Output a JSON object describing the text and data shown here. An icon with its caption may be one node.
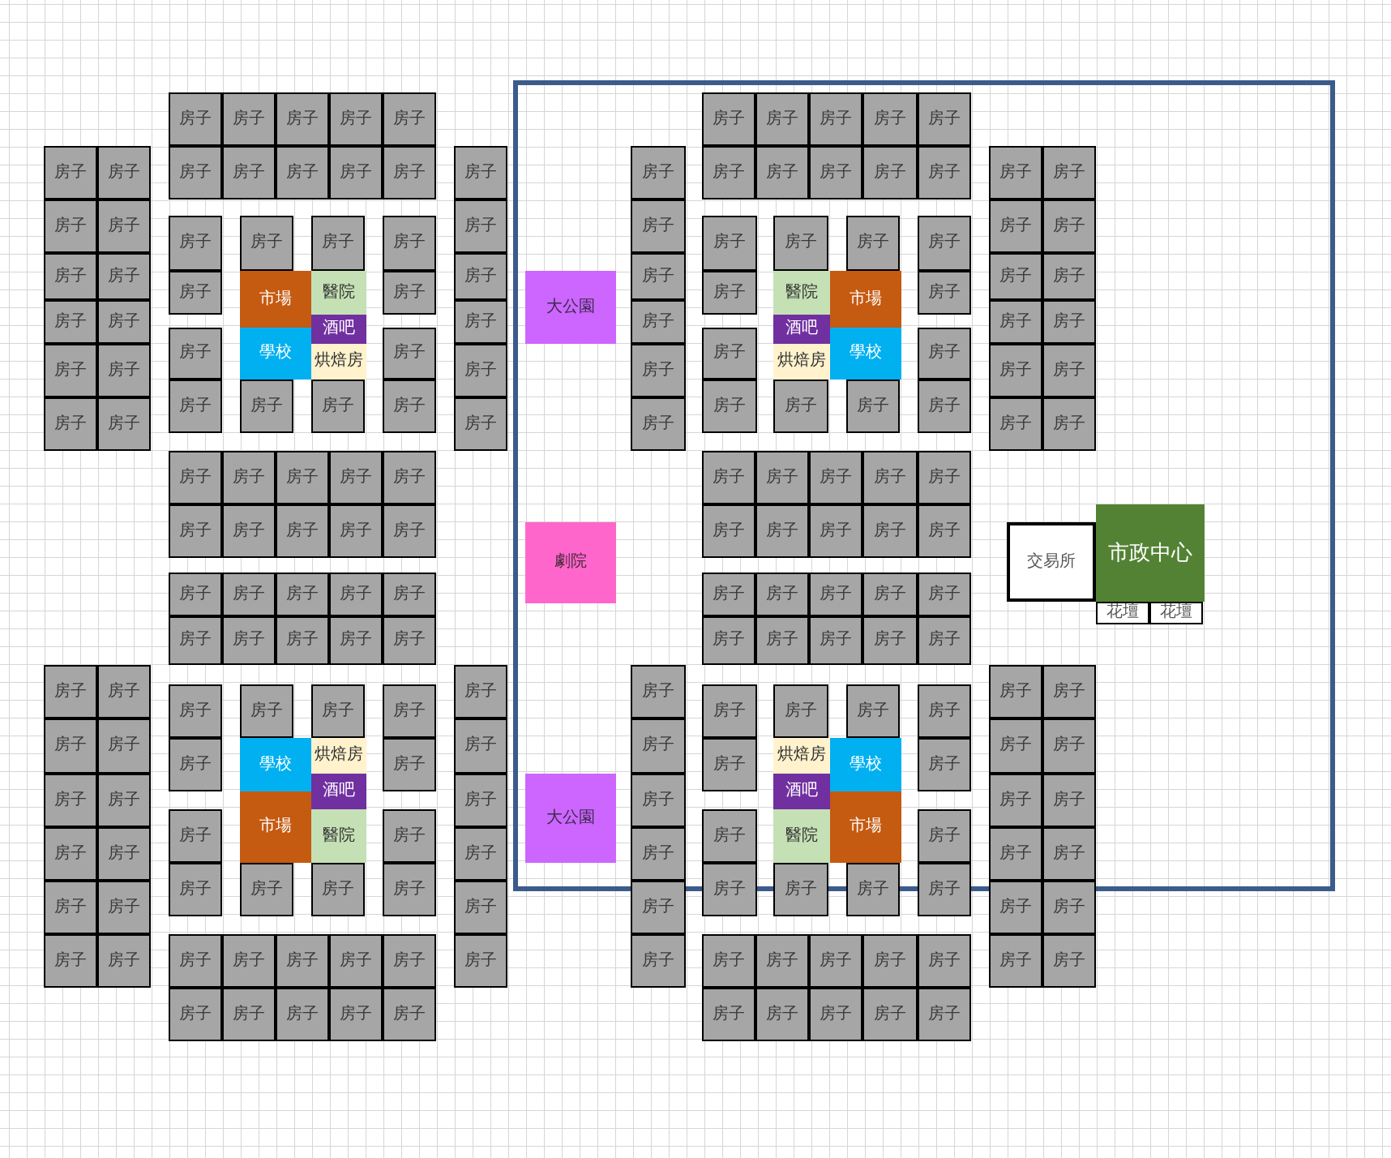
{
  "diagram": {
    "nodes": [
      {
        "text": [
          "房子"
        ]
      },
      {
        "text": [
          "房子"
        ]
      },
      {
        "text": [
          "房子"
        ]
      },
      {
        "text": [
          "房子"
        ]
      },
      {
        "text": [
          "房子"
        ]
      },
      {
        "text": [
          "房子"
        ]
      },
      {
        "text": [
          "房子"
        ]
      },
      {
        "text": [
          "房子"
        ]
      },
      {
        "text": [
          "房子"
        ]
      },
      {
        "text": [
          "房子"
        ]
      },
      {
        "text": [
          "房子"
        ]
      },
      {
        "text": [
          "房子"
        ]
      },
      {
        "text": [
          "房子"
        ]
      },
      {
        "text": [
          "房子"
        ]
      },
      {
        "text": [
          "房子"
        ]
      },
      {
        "text": [
          "房子"
        ]
      },
      {
        "text": [
          "房子"
        ]
      },
      {
        "text": [
          "房子"
        ]
      },
      {
        "text": [
          "房子"
        ]
      },
      {
        "text": [
          "房子"
        ]
      },
      {
        "text": [
          "房子"
        ]
      },
      {
        "text": [
          "房子"
        ]
      },
      {
        "text": [
          "房子"
        ]
      },
      {
        "text": [
          "房子"
        ]
      },
      {
        "text": [
          "房子"
        ]
      },
      {
        "text": [
          "房子"
        ]
      },
      {
        "text": [
          "房子"
        ]
      },
      {
        "text": [
          "房子"
        ]
      },
      {
        "text": [
          "市場"
        ]
      },
      {
        "text": [
          "學校"
        ]
      },
      {
        "text": [
          "醫院"
        ]
      },
      {
        "text": [
          "酒吧"
        ]
      },
      {
        "text": [
          "烘焙房"
        ]
      },
      {
        "text": [
          "房子"
        ]
      },
      {
        "text": [
          "房子"
        ]
      },
      {
        "text": [
          "房子"
        ]
      },
      {
        "text": [
          "房子"
        ]
      },
      {
        "text": [
          "房子"
        ]
      },
      {
        "text": [
          "房子"
        ]
      },
      {
        "text": [
          "房子"
        ]
      },
      {
        "text": [
          "房子"
        ]
      },
      {
        "text": [
          "房子"
        ]
      },
      {
        "text": [
          "房子"
        ]
      },
      {
        "text": [
          "房子"
        ]
      },
      {
        "text": [
          "房子"
        ]
      },
      {
        "text": [
          "房子"
        ]
      },
      {
        "text": [
          "房子"
        ]
      },
      {
        "text": [
          "房子"
        ]
      },
      {
        "text": [
          "房子"
        ]
      },
      {
        "text": [
          "房子"
        ]
      },
      {
        "text": [
          "房子"
        ]
      },
      {
        "text": [
          "房子"
        ]
      },
      {
        "text": [
          "房子"
        ]
      },
      {
        "text": [
          "房子"
        ]
      },
      {
        "text": [
          "房子"
        ]
      },
      {
        "text": [
          "大公園"
        ]
      },
      {
        "text": [
          "房子"
        ]
      },
      {
        "text": [
          "房子"
        ]
      },
      {
        "text": [
          "房子"
        ]
      },
      {
        "text": [
          "房子"
        ]
      },
      {
        "text": [
          "房子"
        ]
      },
      {
        "text": [
          "房子"
        ]
      },
      {
        "text": [
          "房子"
        ]
      },
      {
        "text": [
          "房子"
        ]
      },
      {
        "text": [
          "房子"
        ]
      },
      {
        "text": [
          "房子"
        ]
      },
      {
        "text": [
          "房子"
        ]
      },
      {
        "text": [
          "房子"
        ]
      },
      {
        "text": [
          "房子"
        ]
      },
      {
        "text": [
          "房子"
        ]
      },
      {
        "text": [
          "房子"
        ]
      },
      {
        "text": [
          "房子"
        ]
      },
      {
        "text": [
          "房子"
        ]
      },
      {
        "text": [
          "房子"
        ]
      },
      {
        "text": [
          "房子"
        ]
      },
      {
        "text": [
          "房子"
        ]
      },
      {
        "text": [
          "房子"
        ]
      },
      {
        "text": [
          "房子"
        ]
      },
      {
        "text": [
          "醫院"
        ]
      },
      {
        "text": [
          "酒吧"
        ]
      },
      {
        "text": [
          "烘焙房"
        ]
      },
      {
        "text": [
          "市場"
        ]
      },
      {
        "text": [
          "學校"
        ]
      },
      {
        "text": [
          "房子"
        ]
      },
      {
        "text": [
          "房子"
        ]
      },
      {
        "text": [
          "房子"
        ]
      },
      {
        "text": [
          "房子"
        ]
      },
      {
        "text": [
          "房子"
        ]
      },
      {
        "text": [
          "房子"
        ]
      },
      {
        "text": [
          "房子"
        ]
      },
      {
        "text": [
          "房子"
        ]
      },
      {
        "text": [
          "房子"
        ]
      },
      {
        "text": [
          "房子"
        ]
      },
      {
        "text": [
          "房子"
        ]
      },
      {
        "text": [
          "房子"
        ]
      },
      {
        "text": [
          "房子"
        ]
      },
      {
        "text": [
          "房子"
        ]
      },
      {
        "text": [
          "房子"
        ]
      },
      {
        "text": [
          "房子"
        ]
      },
      {
        "text": [
          "房子"
        ]
      },
      {
        "text": [
          "房子"
        ]
      },
      {
        "text": [
          "房子"
        ]
      },
      {
        "text": [
          "房子"
        ]
      },
      {
        "text": [
          "房子"
        ]
      },
      {
        "text": [
          "房子"
        ]
      },
      {
        "text": [
          "房子"
        ]
      },
      {
        "text": [
          "房子"
        ]
      },
      {
        "text": [
          "房子"
        ]
      },
      {
        "text": [
          "房子"
        ]
      },
      {
        "text": [
          "房子"
        ]
      },
      {
        "text": [
          "房子"
        ]
      },
      {
        "text": [
          "劇院"
        ]
      },
      {
        "text": [
          "交易所"
        ]
      },
      {
        "text": [
          "市政中心"
        ]
      },
      {
        "text": [
          "花壇"
        ]
      },
      {
        "text": [
          "花壇"
        ]
      },
      {
        "text": [
          "房子"
        ]
      },
      {
        "text": [
          "房子"
        ]
      },
      {
        "text": [
          "房子"
        ]
      },
      {
        "text": [
          "房子"
        ]
      },
      {
        "text": [
          "房子"
        ]
      },
      {
        "text": [
          "房子"
        ]
      },
      {
        "text": [
          "房子"
        ]
      },
      {
        "text": [
          "房子"
        ]
      },
      {
        "text": [
          "房子"
        ]
      },
      {
        "text": [
          "房子"
        ]
      },
      {
        "text": [
          "房子"
        ]
      },
      {
        "text": [
          "房子"
        ]
      },
      {
        "text": [
          "房子"
        ]
      },
      {
        "text": [
          "房子"
        ]
      },
      {
        "text": [
          "房子"
        ]
      },
      {
        "text": [
          "房子"
        ]
      },
      {
        "text": [
          "房子"
        ]
      },
      {
        "text": [
          "房子"
        ]
      },
      {
        "text": [
          "房子"
        ]
      },
      {
        "text": [
          "房子"
        ]
      },
      {
        "text": [
          "房子"
        ]
      },
      {
        "text": [
          "房子"
        ]
      },
      {
        "text": [
          "房子"
        ]
      },
      {
        "text": [
          "房子"
        ]
      },
      {
        "text": [
          "房子"
        ]
      },
      {
        "text": [
          "房子"
        ]
      },
      {
        "text": [
          "房子"
        ]
      },
      {
        "text": [
          "房子"
        ]
      },
      {
        "text": [
          "學校"
        ]
      },
      {
        "text": [
          "市場"
        ]
      },
      {
        "text": [
          "烘焙房"
        ]
      },
      {
        "text": [
          "酒吧"
        ]
      },
      {
        "text": [
          "醫院"
        ]
      },
      {
        "text": [
          "房子"
        ]
      },
      {
        "text": [
          "房子"
        ]
      },
      {
        "text": [
          "房子"
        ]
      },
      {
        "text": [
          "房子"
        ]
      },
      {
        "text": [
          "房子"
        ]
      },
      {
        "text": [
          "房子"
        ]
      },
      {
        "text": [
          "房子"
        ]
      },
      {
        "text": [
          "房子"
        ]
      },
      {
        "text": [
          "房子"
        ]
      },
      {
        "text": [
          "房子"
        ]
      },
      {
        "text": [
          "房子"
        ]
      },
      {
        "text": [
          "房子"
        ]
      },
      {
        "text": [
          "房子"
        ]
      },
      {
        "text": [
          "房子"
        ]
      },
      {
        "text": [
          "房子"
        ]
      },
      {
        "text": [
          "房子"
        ]
      },
      {
        "text": [
          "房子"
        ]
      },
      {
        "text": [
          "房子"
        ]
      },
      {
        "text": [
          "房子"
        ]
      },
      {
        "text": [
          "房子"
        ]
      },
      {
        "text": [
          "房子"
        ]
      },
      {
        "text": [
          "房子"
        ]
      },
      {
        "text": [
          "大公園"
        ]
      },
      {
        "text": [
          "房子"
        ]
      },
      {
        "text": [
          "房子"
        ]
      },
      {
        "text": [
          "房子"
        ]
      },
      {
        "text": [
          "房子"
        ]
      },
      {
        "text": [
          "房子"
        ]
      },
      {
        "text": [
          "房子"
        ]
      },
      {
        "text": [
          "房子"
        ]
      },
      {
        "text": [
          "房子"
        ]
      },
      {
        "text": [
          "房子"
        ]
      },
      {
        "text": [
          "房子"
        ]
      },
      {
        "text": [
          "房子"
        ]
      },
      {
        "text": [
          "房子"
        ]
      },
      {
        "text": [
          "房子"
        ]
      },
      {
        "text": [
          "房子"
        ]
      },
      {
        "text": [
          "房子"
        ]
      },
      {
        "text": [
          "房子"
        ]
      },
      {
        "text": [
          "房子"
        ]
      },
      {
        "text": [
          "房子"
        ]
      },
      {
        "text": [
          "房子"
        ]
      },
      {
        "text": [
          "房子"
        ]
      },
      {
        "text": [
          "房子"
        ]
      },
      {
        "text": [
          "房子"
        ]
      },
      {
        "text": [
          "烘焙房"
        ]
      },
      {
        "text": [
          "酒吧"
        ]
      },
      {
        "text": [
          "醫院"
        ]
      },
      {
        "text": [
          "學校"
        ]
      },
      {
        "text": [
          "市場"
        ]
      },
      {
        "text": [
          "房子"
        ]
      },
      {
        "text": [
          "房子"
        ]
      },
      {
        "text": [
          "房子"
        ]
      },
      {
        "text": [
          "房子"
        ]
      },
      {
        "text": [
          "房子"
        ]
      },
      {
        "text": [
          "房子"
        ]
      },
      {
        "text": [
          "房子"
        ]
      },
      {
        "text": [
          "房子"
        ]
      },
      {
        "text": [
          "房子"
        ]
      },
      {
        "text": [
          "房子"
        ]
      },
      {
        "text": [
          "房子"
        ]
      },
      {
        "text": [
          "房子"
        ]
      },
      {
        "text": [
          "房子"
        ]
      },
      {
        "text": [
          "房子"
        ]
      },
      {
        "text": [
          "房子"
        ]
      },
      {
        "text": [
          "房子"
        ]
      },
      {
        "text": [
          "房子"
        ]
      },
      {
        "text": [
          "房子"
        ]
      },
      {
        "text": [
          "房子"
        ]
      },
      {
        "text": [
          "房子"
        ]
      },
      {
        "text": [
          "房子"
        ]
      },
      {
        "text": [
          "房子"
        ]
      },
      {
        "text": [
          "房子"
        ]
      },
      {
        "text": [
          "房子"
        ]
      },
      {
        "text": [
          "房子"
        ]
      },
      {
        "text": [
          "房子"
        ]
      },
      {
        "text": [
          "房子"
        ]
      },
      {
        "text": [
          "房子"
        ]
      }
    ]
  }
}
